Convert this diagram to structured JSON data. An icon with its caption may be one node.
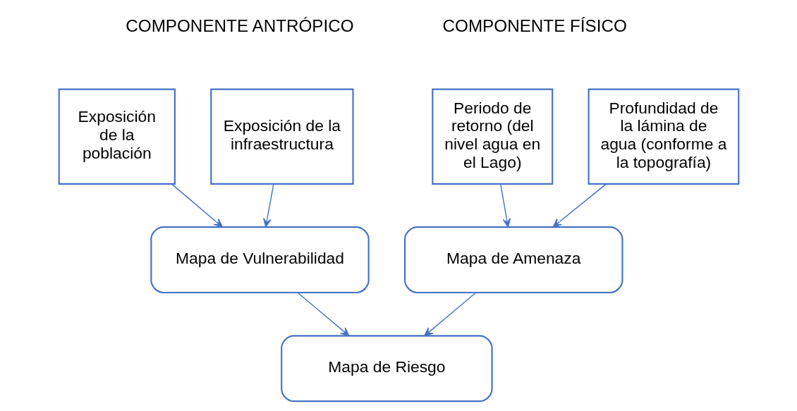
{
  "diagram": {
    "nodes": [
      {
        "text": [
          "Periodo de retorno (del nivel agua en el Lago)"
        ]
      },
      {
        "text": [
          "Profundidad de la lámina de agua (conforme a la topografía)"
        ]
      },
      {
        "text": [
          "Exposición de la población"
        ]
      },
      {
        "text": [
          "Exposición de la infraestructura"
        ]
      },
      {
        "text": [
          "Mapa de Amenaza"
        ]
      },
      {
        "text": [
          "Mapa de Vulnerabilidad"
        ]
      },
      {
        "text": [
          "Mapa de Riesgo"
        ]
      }
    ],
    "edges": [
      {
        "from": 0,
        "to": 4,
        "arrow": "to"
      },
      {
        "from": 1,
        "to": 4,
        "arrow": "to"
      },
      {
        "from": 2,
        "to": 5,
        "arrow": "to"
      },
      {
        "from": 3,
        "to": 5,
        "arrow": "to"
      },
      {
        "from": 4,
        "to": 6,
        "arrow": "to"
      },
      {
        "from": 5,
        "to": 6,
        "arrow": "to"
      }
    ],
    "labels": [
      "COMPONENTE FÍSICO",
      "COMPONENTE ANTRÓPICO"
    ]
  }
}
